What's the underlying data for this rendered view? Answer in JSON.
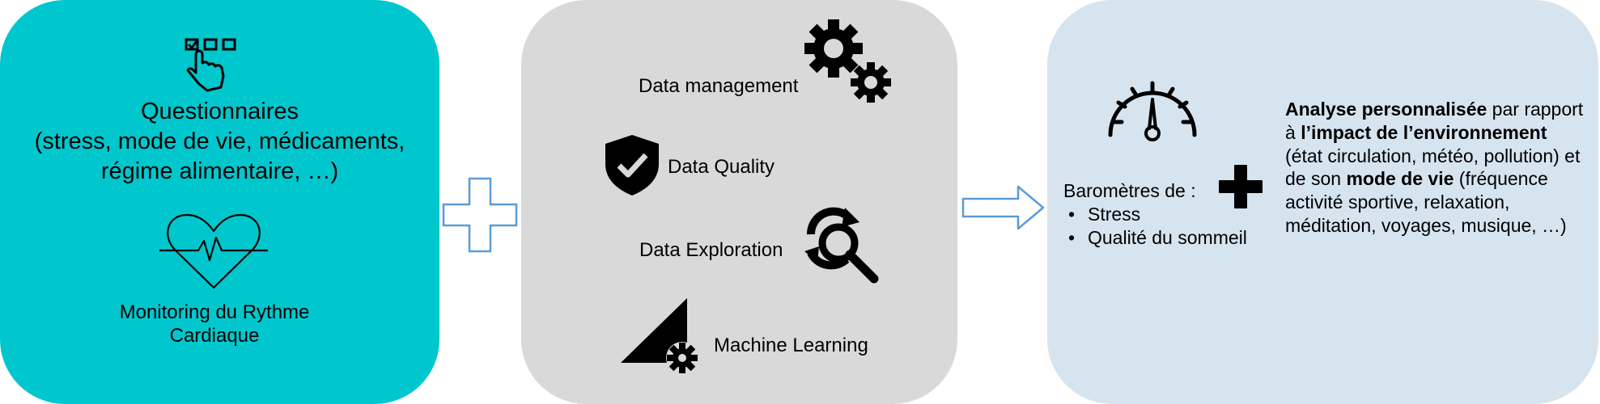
{
  "left": {
    "questionnaires_title": "Questionnaires",
    "questionnaires_detail_1": "(stress, mode de vie, médicaments,",
    "questionnaires_detail_2": "régime alimentaire, …)",
    "monitoring_line_1": "Monitoring du Rythme",
    "monitoring_line_2": "Cardiaque",
    "icons": [
      "touch-checklist-icon",
      "heart-rate-icon"
    ]
  },
  "middle": {
    "items": [
      {
        "label": "Data management",
        "icon": "gears-icon"
      },
      {
        "label": "Data Quality",
        "icon": "shield-check-icon"
      },
      {
        "label": "Data Exploration",
        "icon": "refresh-search-icon"
      },
      {
        "label": "Machine Learning",
        "icon": "ml-triangle-gear-icon"
      }
    ]
  },
  "right": {
    "barometers_title": "Baromètres de :",
    "barometers": [
      "Stress",
      "Qualité du sommeil"
    ],
    "analysis": {
      "b1": "Analyse personnalisée",
      "t1": " par rapport à ",
      "b2": "l’impact de l’environnement",
      "t2": " (état circulation, météo, pollution) et de son ",
      "b3": "mode de vie",
      "t3": " (fréquence activité sportive, relaxation, méditation, voyages, musique, …)"
    },
    "icons": [
      "gauge-icon",
      "plus-icon"
    ]
  },
  "connectors": [
    "plus-outline-icon",
    "arrow-right-icon"
  ],
  "colors": {
    "panel_left": "#00c7cd",
    "panel_middle": "#d9d9d9",
    "panel_right": "#d6e4ef",
    "connector_stroke": "#5b9bd5"
  }
}
